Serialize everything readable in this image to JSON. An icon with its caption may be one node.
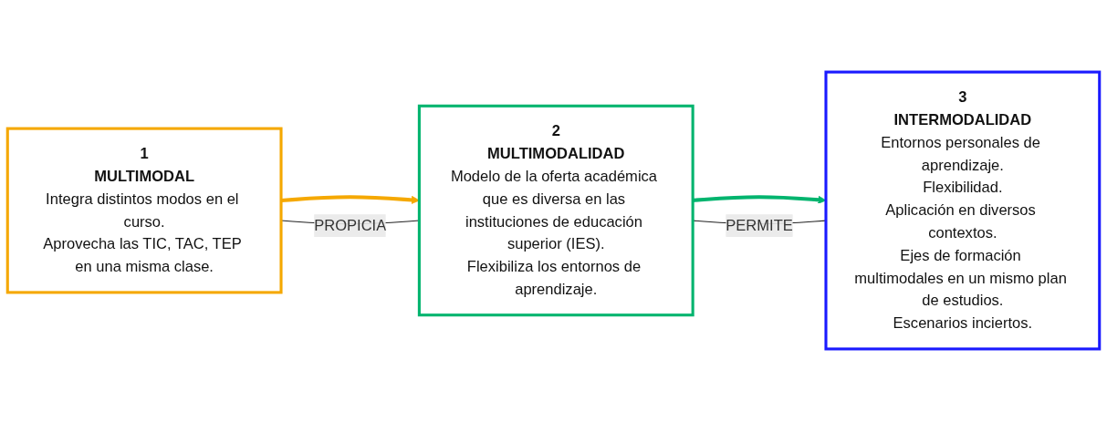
{
  "diagram": {
    "nodes": [
      {
        "text": [
          "1",
          "MULTIMODAL",
          "Integra distintos modos en el curso.",
          "Aprovecha las TIC, TAC, TEP en una misma clase."
        ]
      },
      {
        "text": [
          "2",
          "MULTIMODALIDAD",
          "Modelo de la oferta académica que es diversa en las instituciones de educación superior (IES).",
          "Flexibiliza los entornos de aprendizaje."
        ]
      },
      {
        "text": [
          "3",
          "INTERMODALIDAD",
          "Entornos personales de aprendizaje.",
          "Flexibilidad.",
          "Aplicación en diversos contextos.",
          "Ejes de formación multimodales en un mismo plan de estudios.",
          "Escenarios inciertos."
        ]
      }
    ],
    "edges": [
      {
        "from": 0,
        "to": 1,
        "arrow": "to",
        "style": "thick",
        "color": "#f5a800"
      },
      {
        "from": 0,
        "to": 1,
        "arrow": "none",
        "label": "PROPICIA"
      },
      {
        "from": 1,
        "to": 2,
        "arrow": "to",
        "style": "thick",
        "color": "#00b46e"
      },
      {
        "from": 1,
        "to": 2,
        "arrow": "none",
        "label": "PERMITE"
      }
    ]
  }
}
